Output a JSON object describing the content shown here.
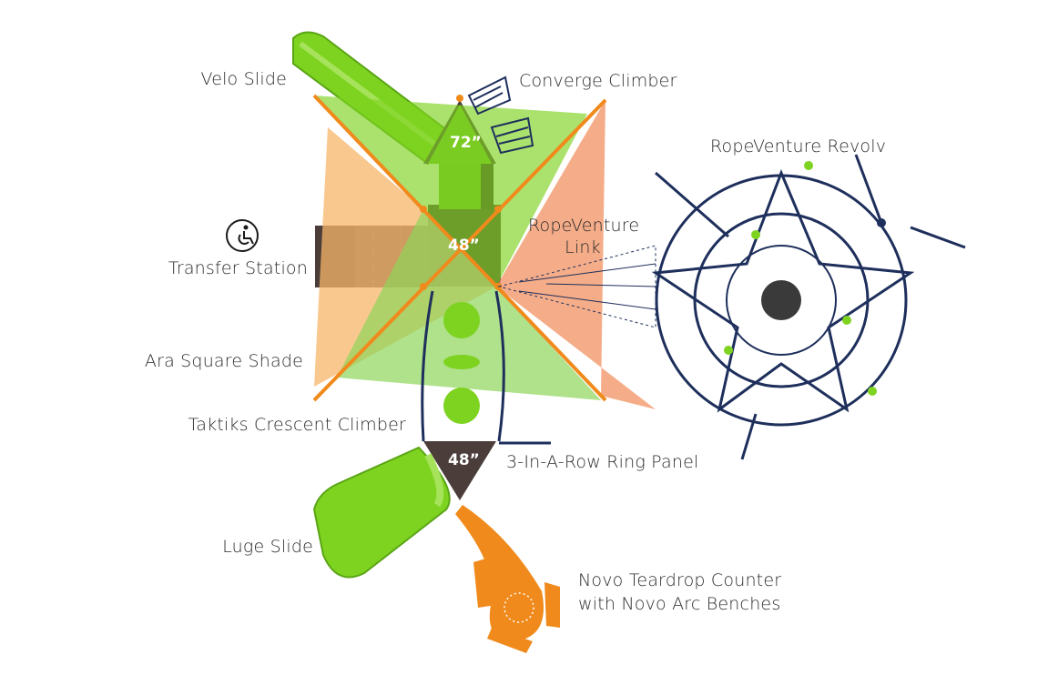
{
  "labels": {
    "velo_slide": "Velo Slide",
    "converge_climber": "Converge Climber",
    "ropeventure_revolv": "RopeVenture Revolv",
    "ropeventure_link_line1": "RopeVenture",
    "ropeventure_link_line2": "Link",
    "transfer_station": "Transfer Station",
    "ara_square_shade": "Ara Square Shade",
    "taktiks_crescent_climber": "Taktiks Crescent Climber",
    "ring_panel": "3-In-A-Row Ring Panel",
    "luge_slide": "Luge Slide",
    "novo_line1": "Novo Teardrop Counter",
    "novo_line2": "with Novo Arc Benches"
  },
  "decks": {
    "deck_top": "72”",
    "deck_middle": "48”",
    "deck_bottom": "48”"
  },
  "icons": {
    "accessibility": "wheelchair-accessibility-icon"
  },
  "colors": {
    "green": "#7ed321",
    "green_shade": "#8fd45a",
    "orange": "#f08a1c",
    "orange_shade": "#f7b56a",
    "salmon_shade": "#f3996b",
    "navy": "#1e2f5c",
    "deck_brown": "#4a3d3a"
  }
}
